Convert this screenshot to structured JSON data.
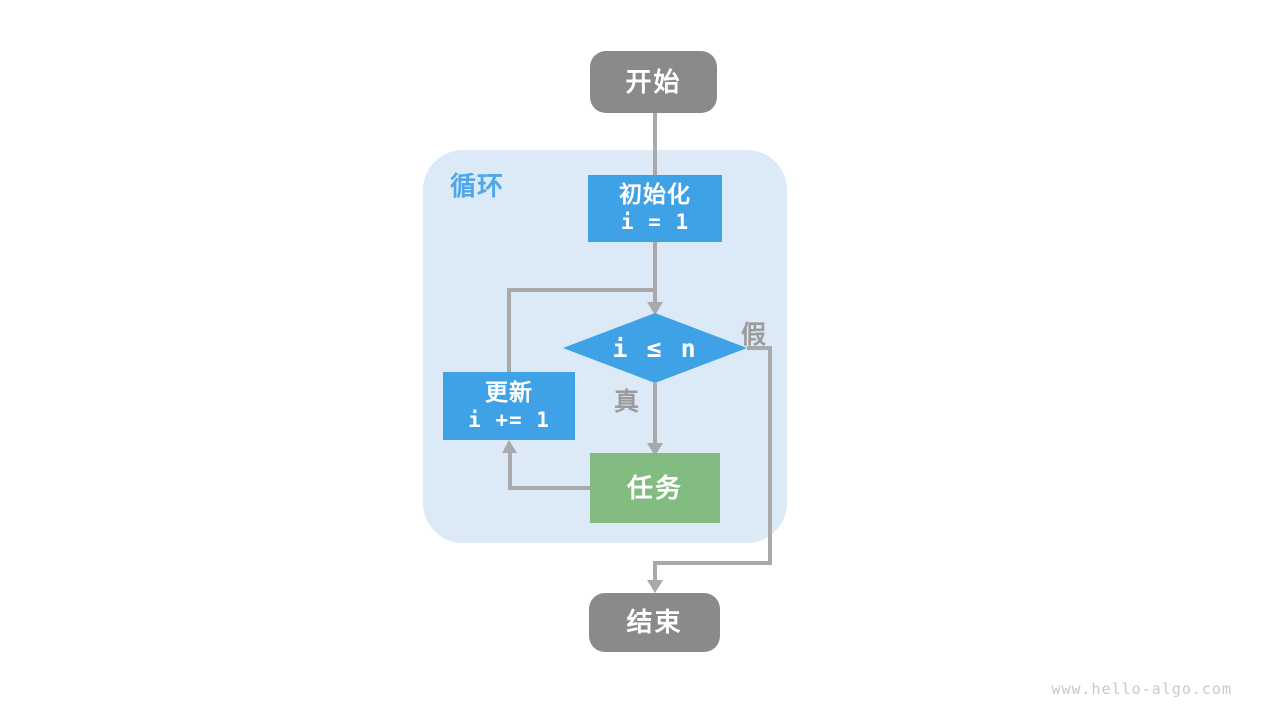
{
  "page": {
    "watermark": "www.hello-algo.com",
    "background": "#ffffff"
  },
  "colors": {
    "terminal_gray": "#8a8a8a",
    "accent_blue": "#3fa1e6",
    "task_green": "#83bc81",
    "loop_bg": "#dceaf7",
    "loop_label_blue": "#4fa7e9",
    "connector_gray": "#a9a9a9",
    "branch_label_gray": "#9b9b9b"
  },
  "flowchart": {
    "loop_label": "循环",
    "nodes": {
      "start": {
        "label": "开始"
      },
      "init": {
        "label": "初始化",
        "code": "i = 1"
      },
      "condition": {
        "code": "i ≤ n"
      },
      "update": {
        "label": "更新",
        "code": "i += 1"
      },
      "task": {
        "label": "任务"
      },
      "end": {
        "label": "结束"
      }
    },
    "branches": {
      "true_label": "真",
      "false_label": "假"
    }
  }
}
